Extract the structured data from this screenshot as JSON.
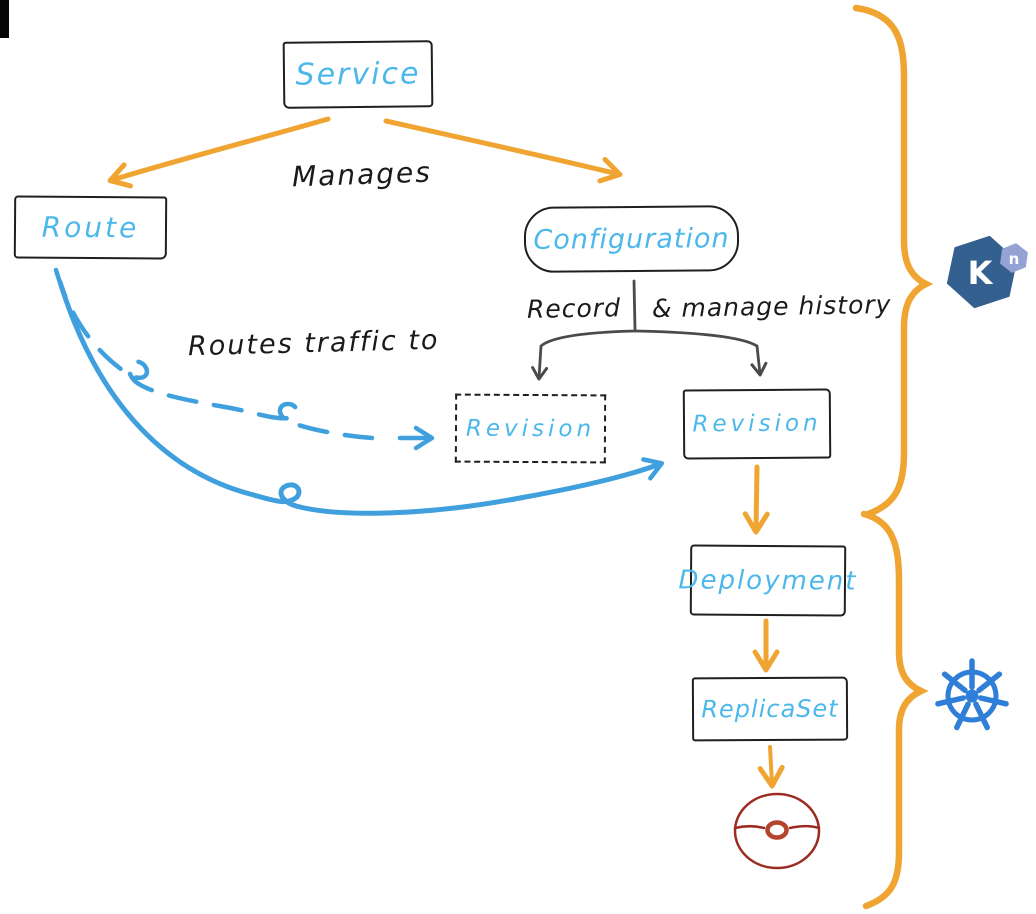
{
  "diagram": {
    "nodes": {
      "service": {
        "label": "Service"
      },
      "route": {
        "label": "Route"
      },
      "configuration": {
        "label": "Configuration"
      },
      "revision_candidate": {
        "label": "Revision"
      },
      "revision": {
        "label": "Revision"
      },
      "deployment": {
        "label": "Deployment"
      },
      "replicaset": {
        "label": "ReplicaSet"
      }
    },
    "edge_labels": {
      "manages": "Manages",
      "record": "Record",
      "manage_history": "& manage history",
      "routes_traffic": "Routes traffic to"
    },
    "logos": {
      "knative": {
        "letter": "K",
        "sub_letter": "n"
      },
      "kubernetes": {
        "icon": "kubernetes-helm-logo"
      }
    },
    "icons": {
      "pod": "pod-circle-icon",
      "knative": "knative-hexagon-logo",
      "kubernetes": "kubernetes-helm-logo"
    },
    "colors": {
      "accent_orange": "#f0a431",
      "node_text_blue": "#4cb8ea",
      "route_curve_blue": "#3fa0dd",
      "connector_gray": "#4a4a4a",
      "ink_black": "#1a1a1a",
      "pod_red": "#9c2b21",
      "knative_navy": "#33608f",
      "knative_light": "#94a3d3",
      "kubernetes_blue": "#2f7fd8"
    }
  }
}
